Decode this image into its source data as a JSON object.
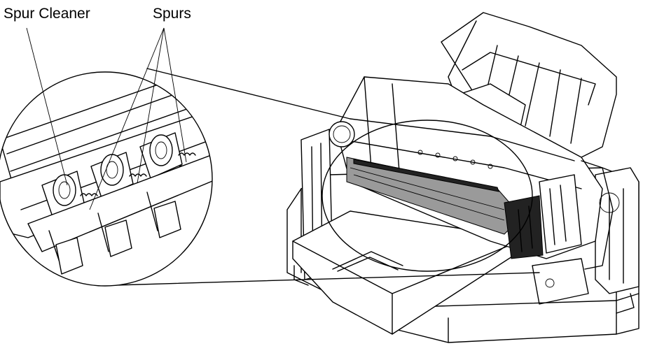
{
  "callouts": {
    "spur_cleaner": "Spur Cleaner",
    "spurs": "Spurs"
  },
  "icons": [
    "printer-illustration",
    "magnified-detail"
  ]
}
